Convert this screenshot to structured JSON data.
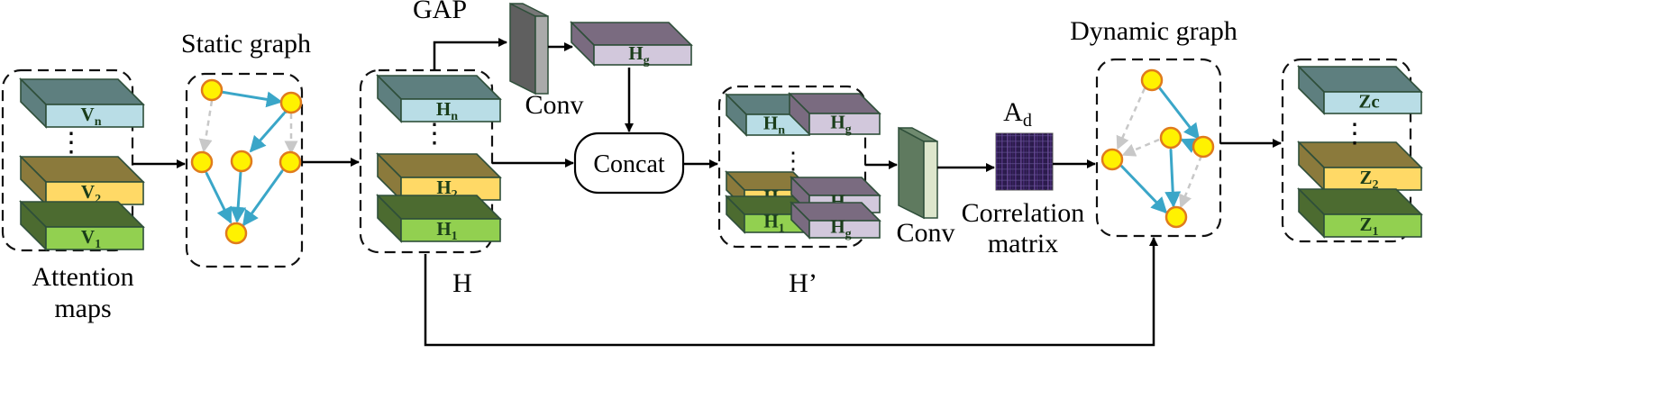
{
  "labels": {
    "attention_maps": [
      "Attention",
      "maps"
    ],
    "static_graph": "Static graph",
    "gap": "GAP",
    "conv_top": "Conv",
    "h": "H",
    "concat": "Concat",
    "h_prime": "H’",
    "conv_mid": "Conv",
    "ad_main": "A",
    "ad_sub": "d",
    "correlation_matrix": [
      "Correlation",
      "matrix"
    ],
    "dynamic_graph": "Dynamic graph",
    "ellipsis": "⋮"
  },
  "blocks": {
    "v_n": {
      "main": "V",
      "sub": "n"
    },
    "v_2": {
      "main": "V",
      "sub": "2"
    },
    "v_1": {
      "main": "V",
      "sub": "1"
    },
    "h_n": {
      "main": "H",
      "sub": "n"
    },
    "h_2": {
      "main": "H",
      "sub": "2"
    },
    "h_1": {
      "main": "H",
      "sub": "1"
    },
    "h_g": {
      "main": "H",
      "sub": "g"
    },
    "hp_n": {
      "main": "H",
      "sub": "n"
    },
    "hp_g1": {
      "main": "H",
      "sub": "g"
    },
    "hp_2": {
      "main": "H",
      "sub": "2"
    },
    "hp_1": {
      "main": "H",
      "sub": "1"
    },
    "hp_g2": {
      "main": "H",
      "sub": "g"
    },
    "hp_g3": {
      "main": "H",
      "sub": "g"
    },
    "z_c": {
      "main": "Zc",
      "sub": ""
    },
    "z_2": {
      "main": "Z",
      "sub": "2"
    },
    "z_1": {
      "main": "Z",
      "sub": "1"
    }
  },
  "colors": {
    "blue_front": "#b9dde6",
    "blue_top": "#5e7f7f",
    "gold_front": "#ffd966",
    "gold_top": "#8b7a3c",
    "green_front": "#92d050",
    "green_top": "#4c6b30",
    "purple_front": "#d2c8dc",
    "purple_top": "#7a6b80",
    "node_fill": "#fff200",
    "node_stroke": "#e07b1c",
    "edge_blue": "#3aa6c8",
    "edge_grey": "#c8c8c8",
    "text_sub": "#1a3d1a"
  }
}
